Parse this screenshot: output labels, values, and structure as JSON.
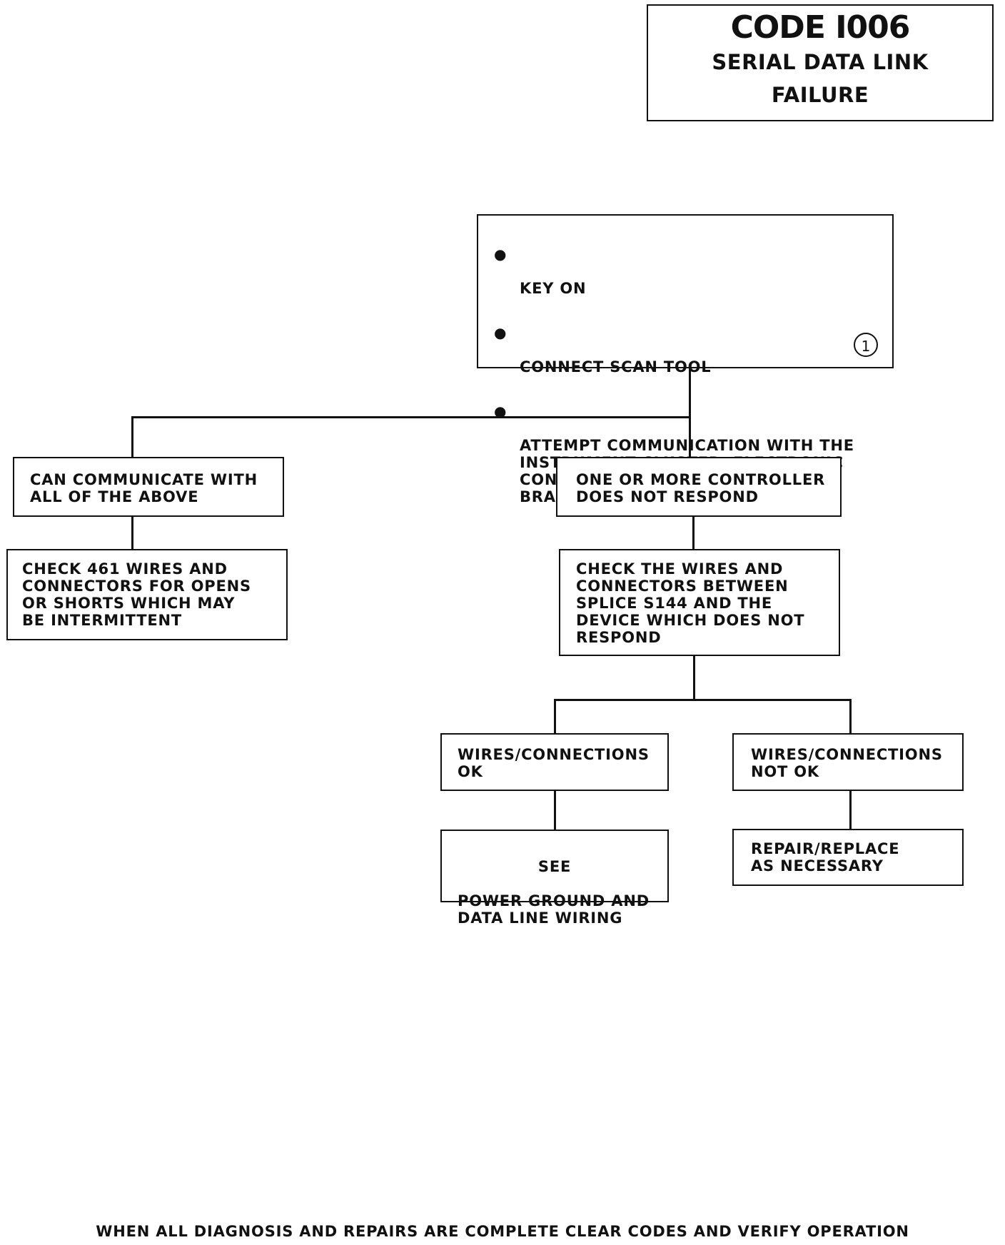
{
  "title": {
    "code": "CODE I006",
    "line1": "SERIAL DATA LINK",
    "line2": "FAILURE"
  },
  "start": {
    "steps": [
      "KEY ON",
      "CONNECT SCAN TOOL",
      "ATTEMPT COMMUNICATION WITH THE\nINSTRUMENT CLUSTER, ELECTRONIC\nCONTROL MODULE AND ANTILOCK\nBRAKE CONTROLLER"
    ],
    "note_number": "1"
  },
  "left": {
    "result": "CAN COMMUNICATE WITH\nALL OF THE ABOVE",
    "action": "CHECK 461 WIRES AND\nCONNECTORS FOR OPENS\nOR SHORTS WHICH MAY\nBE INTERMITTENT"
  },
  "right": {
    "result": "ONE OR MORE CONTROLLER\nDOES NOT RESPOND",
    "action": "CHECK THE WIRES AND\nCONNECTORS BETWEEN\nSPLICE S144 AND THE\nDEVICE WHICH DOES NOT\nRESPOND"
  },
  "wires_ok": {
    "result": "WIRES/CONNECTIONS\nOK",
    "action_line1": "SEE",
    "action_line2": "POWER GROUND AND\nDATA LINE WIRING"
  },
  "wires_not_ok": {
    "result": "WIRES/CONNECTIONS\nNOT OK",
    "action": "REPAIR/REPLACE\nAS NECESSARY"
  },
  "footer": "WHEN ALL DIAGNOSIS AND REPAIRS ARE COMPLETE CLEAR CODES AND VERIFY OPERATION"
}
